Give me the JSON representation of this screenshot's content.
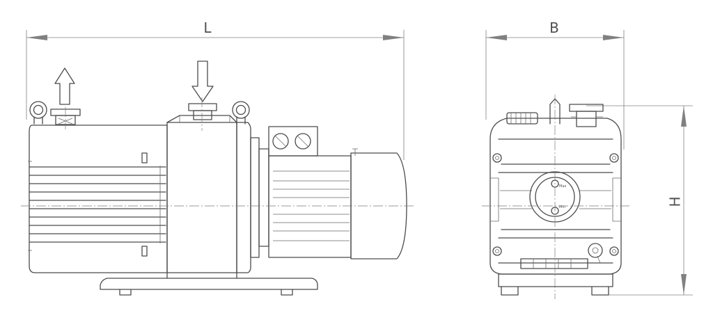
{
  "dimensions": {
    "length": "L",
    "width": "B",
    "height": "H"
  },
  "sight_glass_marks": {
    "max": "Max",
    "min": "Min"
  },
  "colors": {
    "line": "#4a4a4a",
    "dimension": "#808080",
    "background": "#ffffff"
  }
}
